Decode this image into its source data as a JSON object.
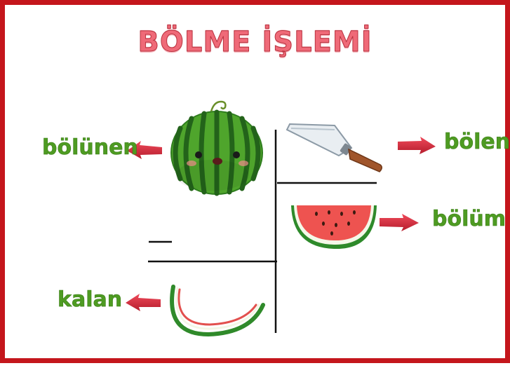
{
  "title": "BÖLME İŞLEMİ",
  "labels": {
    "dividend": "bölünen",
    "divisor": "bölen",
    "quotient": "bölüm",
    "remainder": "kalan"
  },
  "colors": {
    "frame": "#c4161c",
    "title": "#ef6a78",
    "label": "#4e9b22",
    "arrow": "#d9293c",
    "line": "#111111"
  },
  "icons": {
    "dividend": "whole-watermelon-icon",
    "divisor": "knife-icon",
    "quotient": "watermelon-slice-icon",
    "remainder": "watermelon-rind-icon"
  }
}
